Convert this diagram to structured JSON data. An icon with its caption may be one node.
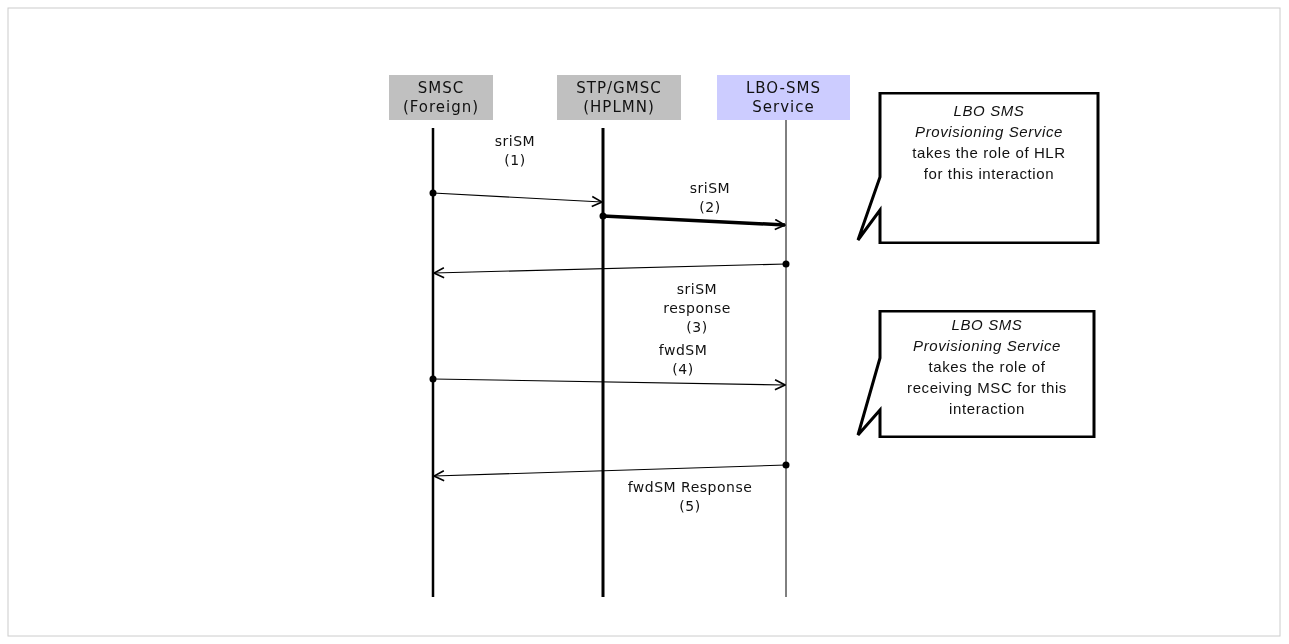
{
  "diagram": {
    "nodes": [
      {
        "text": [
          "SMSC (Foreign)"
        ]
      },
      {
        "text": [
          "STP/GMSC (HPLMN)"
        ]
      },
      {
        "text": [
          "LBO-SMS Service"
        ]
      },
      {
        "text": [
          "LBO SMS Provisioning Service",
          "takes the role of HLR for this interaction"
        ]
      },
      {
        "text": [
          "LBO SMS Provisioning Service",
          "takes the role of receiving MSC for this interaction"
        ]
      }
    ],
    "edges": [
      {
        "from": 0,
        "to": 1,
        "arrow": "to",
        "label": "sriSM (1)"
      },
      {
        "from": 1,
        "to": 2,
        "arrow": "to",
        "label": "sriSM (2)",
        "style": "thick"
      },
      {
        "from": 2,
        "to": 0,
        "arrow": "to",
        "label": "sriSM response (3)"
      },
      {
        "from": 0,
        "to": 2,
        "arrow": "to",
        "label": "fwdSM (4)"
      },
      {
        "from": 2,
        "to": 0,
        "arrow": "to",
        "label": "fwdSM Response (5)"
      }
    ]
  }
}
